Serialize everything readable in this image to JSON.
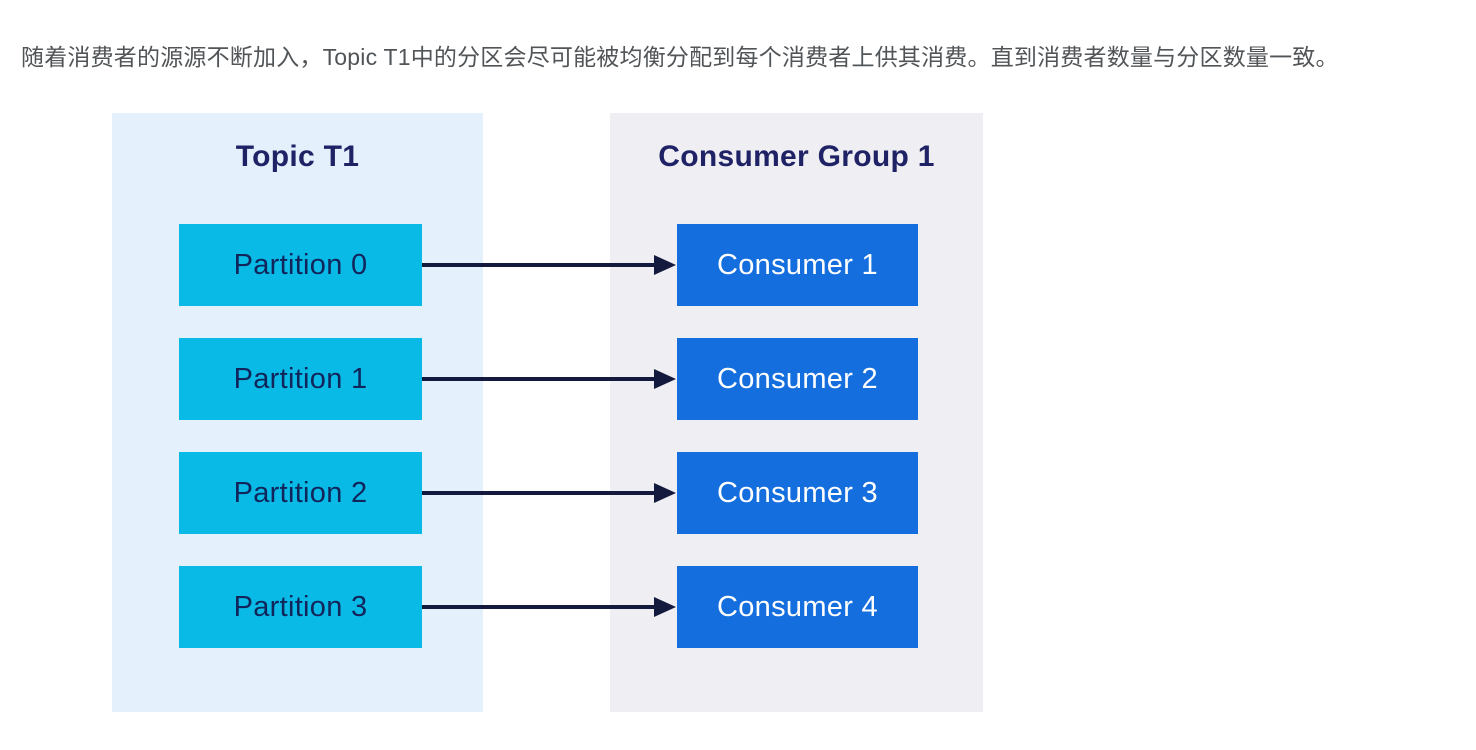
{
  "intro": {
    "text": "随着消费者的源源不断加入，Topic T1中的分区会尽可能被均衡分配到每个消费者上供其消费。直到消费者数量与分区数量一致。"
  },
  "diagram": {
    "topic_panel": {
      "title": "Topic T1",
      "bg": "#E4F0FC"
    },
    "consumer_panel": {
      "title": "Consumer Group 1",
      "bg": "#EFEEF3"
    },
    "rows": [
      {
        "partition": "Partition 0",
        "consumer": "Consumer 1"
      },
      {
        "partition": "Partition 1",
        "consumer": "Consumer 2"
      },
      {
        "partition": "Partition 2",
        "consumer": "Consumer 3"
      },
      {
        "partition": "Partition 3",
        "consumer": "Consumer 4"
      }
    ],
    "colors": {
      "partition_box": "#0ABAE6",
      "consumer_box": "#146EDE",
      "arrow": "#141A3D",
      "header_text": "#1F2366",
      "partition_text": "#10265B",
      "consumer_text": "#FFFFFF",
      "topic_panel_bg": "#E4F0FC",
      "consumer_panel_bg": "#EFEEF3",
      "intro_text": "#515558"
    }
  }
}
